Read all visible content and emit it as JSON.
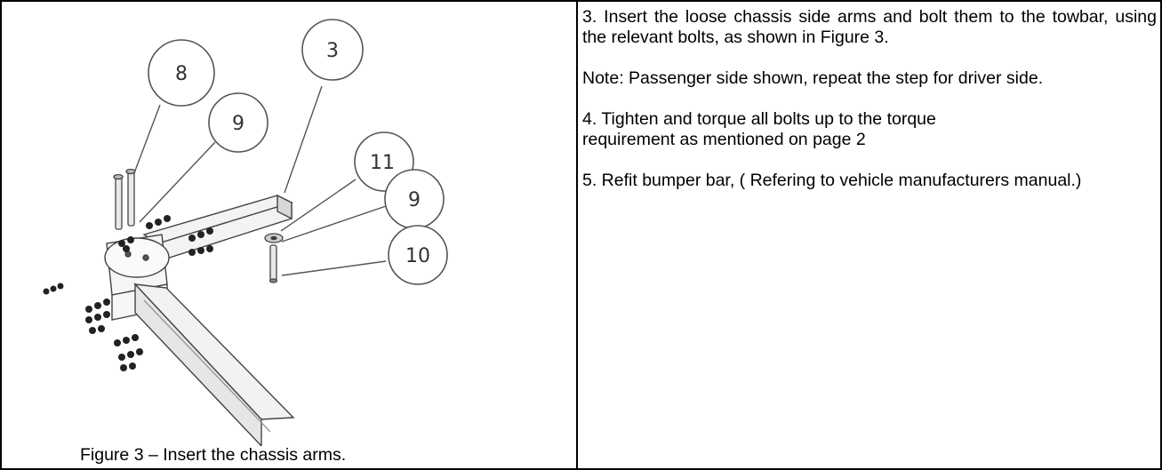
{
  "figure": {
    "caption": "Figure 3 – Insert the chassis arms.",
    "callouts": [
      "8",
      "9",
      "3",
      "11",
      "9",
      "10"
    ]
  },
  "instructions": {
    "step3": "3. Insert the loose chassis side arms and bolt them to the towbar, using the relevant bolts, as shown in Figure 3.",
    "note": "Note: Passenger side shown, repeat the step for driver side.",
    "step4_line1": "4. Tighten and torque all bolts up to the torque",
    "step4_line2": "requirement as mentioned on page 2",
    "step5": "5. Refit bumper bar, ( Refering to vehicle manufacturers manual.)"
  }
}
